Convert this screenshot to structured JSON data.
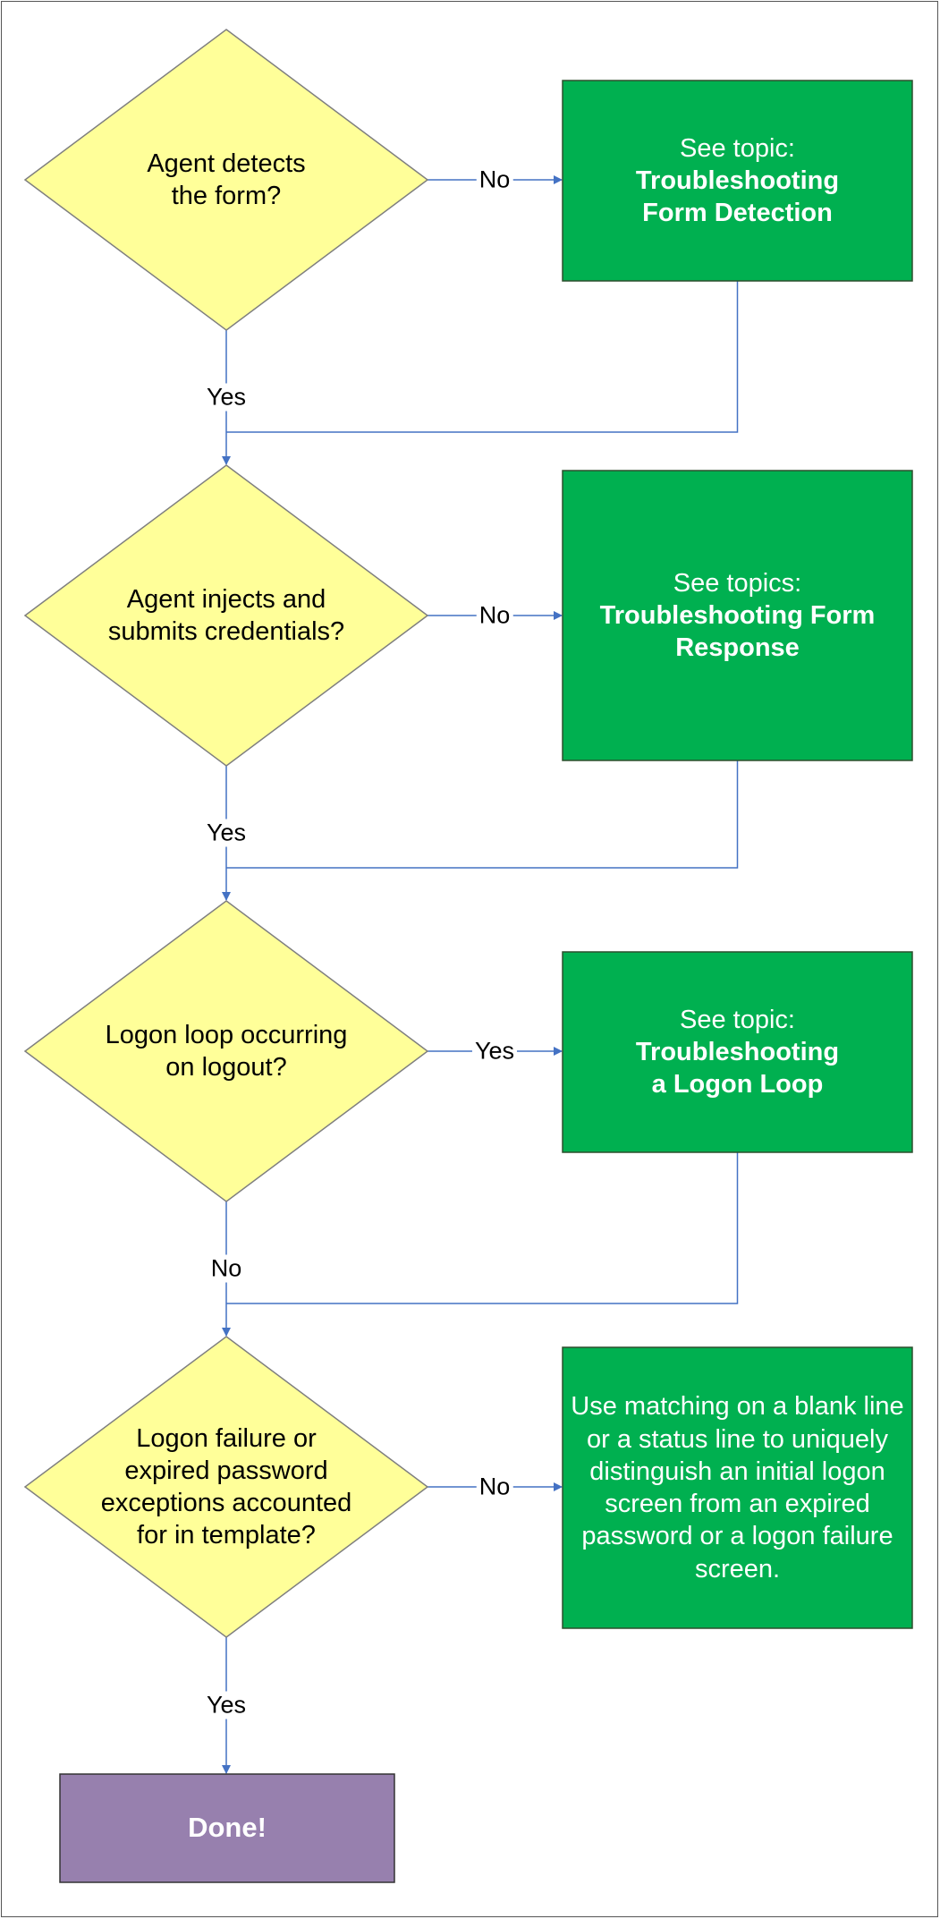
{
  "colors": {
    "decision_fill": "#ffff99",
    "decision_stroke": "#7f7f7f",
    "action_fill": "#00b050",
    "action_stroke": "#2d4f2d",
    "done_fill": "#9780ae",
    "connector": "#4472c4"
  },
  "decisions": [
    {
      "lines": [
        "Agent detects",
        "the form?"
      ]
    },
    {
      "lines": [
        "Agent injects and",
        "submits credentials?"
      ]
    },
    {
      "lines": [
        "Logon loop occurring",
        "on logout?"
      ]
    },
    {
      "lines": [
        "Logon failure or",
        "expired password",
        "exceptions accounted",
        "for in template?"
      ]
    }
  ],
  "actions": [
    {
      "intro": "See topic:",
      "bold_lines": [
        "Troubleshooting",
        "Form Detection"
      ]
    },
    {
      "intro": "See topics:",
      "bold_lines": [
        "Troubleshooting Form",
        "Response"
      ]
    },
    {
      "intro": "See topic:",
      "bold_lines": [
        "Troubleshooting",
        "a Logon Loop"
      ]
    },
    {
      "intro": "Use matching on a blank line or a status line to uniquely distinguish an initial logon screen from an expired password or a logon failure screen.",
      "bold_lines": []
    }
  ],
  "right_labels": [
    "No",
    "No",
    "Yes",
    "No"
  ],
  "down_labels": [
    "Yes",
    "Yes",
    "No",
    "Yes"
  ],
  "done": {
    "label": "Done!"
  }
}
